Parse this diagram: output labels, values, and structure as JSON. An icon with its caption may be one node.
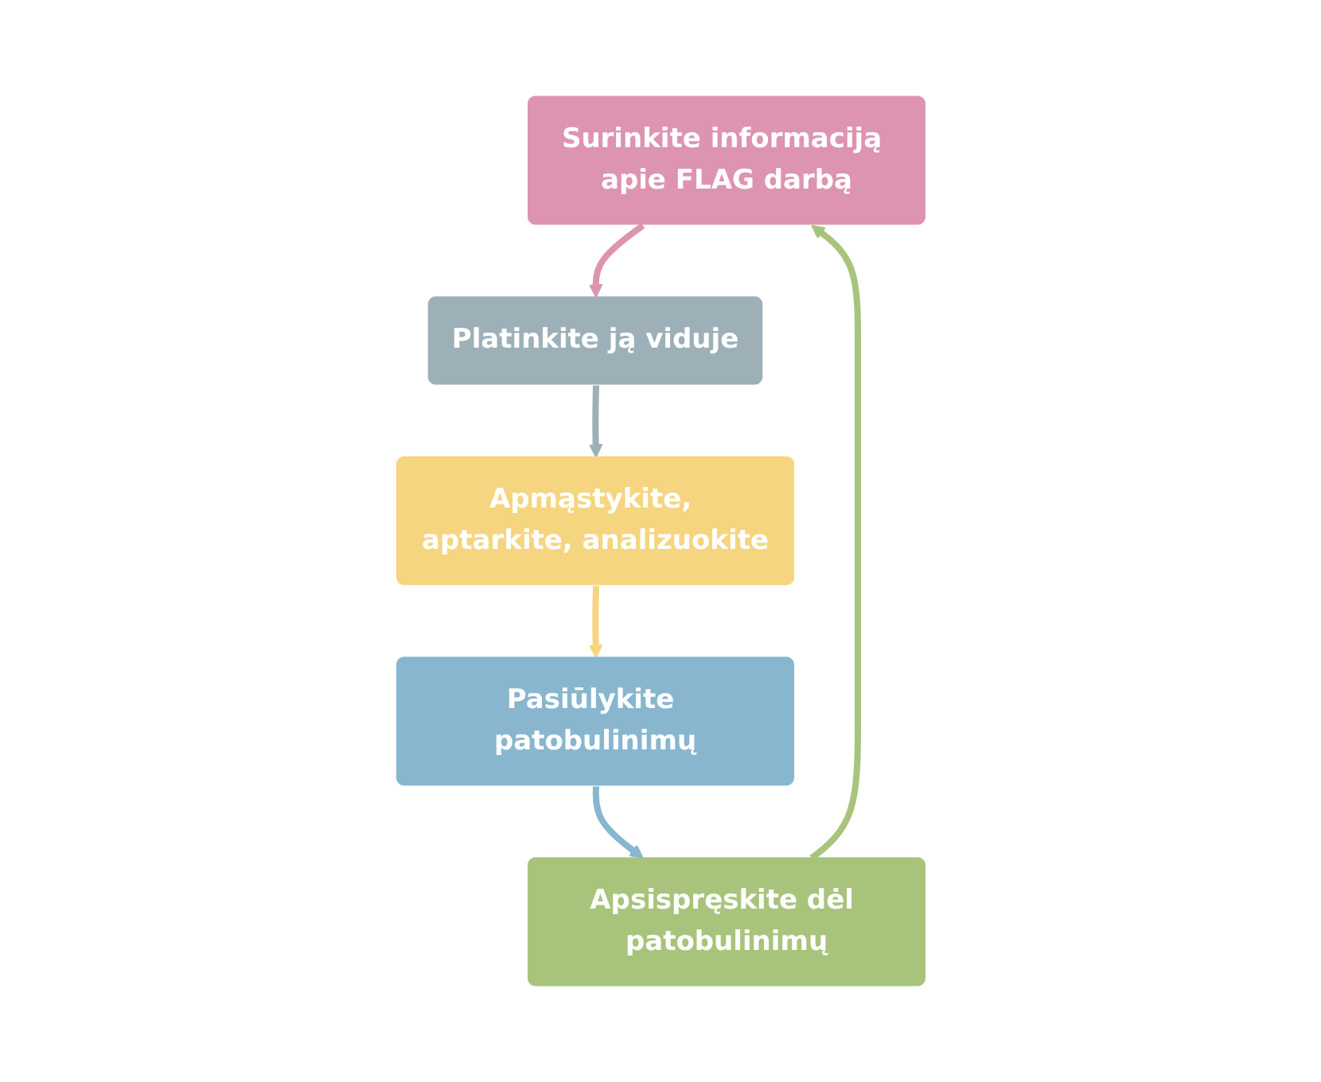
{
  "diagram": {
    "nodes": [
      {
        "text": [
          "Surinkite informaciją apie FLAG darbą"
        ]
      },
      {
        "text": [
          "Platinkite ją viduje"
        ]
      },
      {
        "text": [
          "Apmąstykite, aptarkite, analizuokite"
        ]
      },
      {
        "text": [
          "Pasiūlykite patobulinimų"
        ]
      },
      {
        "text": [
          "Apsispręskite dėl patobulinimų"
        ]
      }
    ],
    "edges": [
      {
        "from": 0,
        "to": 1,
        "arrow": "to",
        "color": "#dd94b0"
      },
      {
        "from": 1,
        "to": 2,
        "arrow": "to",
        "color": "#9db0b8"
      },
      {
        "from": 2,
        "to": 3,
        "arrow": "to",
        "color": "#f5d57f"
      },
      {
        "from": 3,
        "to": 4,
        "arrow": "to",
        "color": "#88b6cf"
      },
      {
        "from": 4,
        "to": 0,
        "arrow": "to",
        "color": "#a8c47c"
      }
    ]
  }
}
